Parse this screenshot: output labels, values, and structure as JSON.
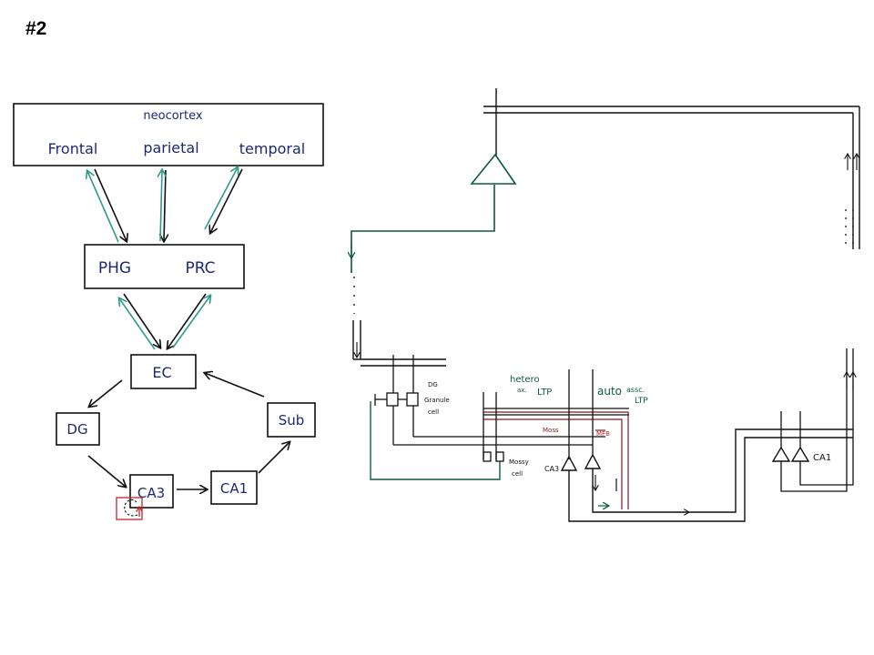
{
  "slide_number": "#2",
  "left_diagram": {
    "neocortex": {
      "title": "neocortex",
      "regions": [
        "Frontal",
        "parietal",
        "temporal"
      ]
    },
    "parahippocampal": {
      "left": "PHG",
      "right": "PRC"
    },
    "nodes": {
      "ec": "EC",
      "dg": "DG",
      "ca3": "CA3",
      "ca1": "CA1",
      "sub": "Sub"
    }
  },
  "right_diagram": {
    "dg_label": [
      "DG",
      "Granule",
      "cell"
    ],
    "hetero_label": [
      "hetero",
      "ax.",
      "LTP"
    ],
    "auto_label": [
      "auto",
      "assc.",
      "LTP"
    ],
    "moss_label": "Moss",
    "mfb_label": "MFB",
    "mossy_label": [
      "Mossy",
      "cell"
    ],
    "ca3_label": "CA3",
    "ca1_label": "CA1"
  },
  "colors": {
    "ink": "#111111",
    "navy": "#1c2a72",
    "teal": "#2f9b8a",
    "green": "#0f5a3c",
    "dark_red": "#7a1c1c",
    "red": "#c8202a"
  }
}
